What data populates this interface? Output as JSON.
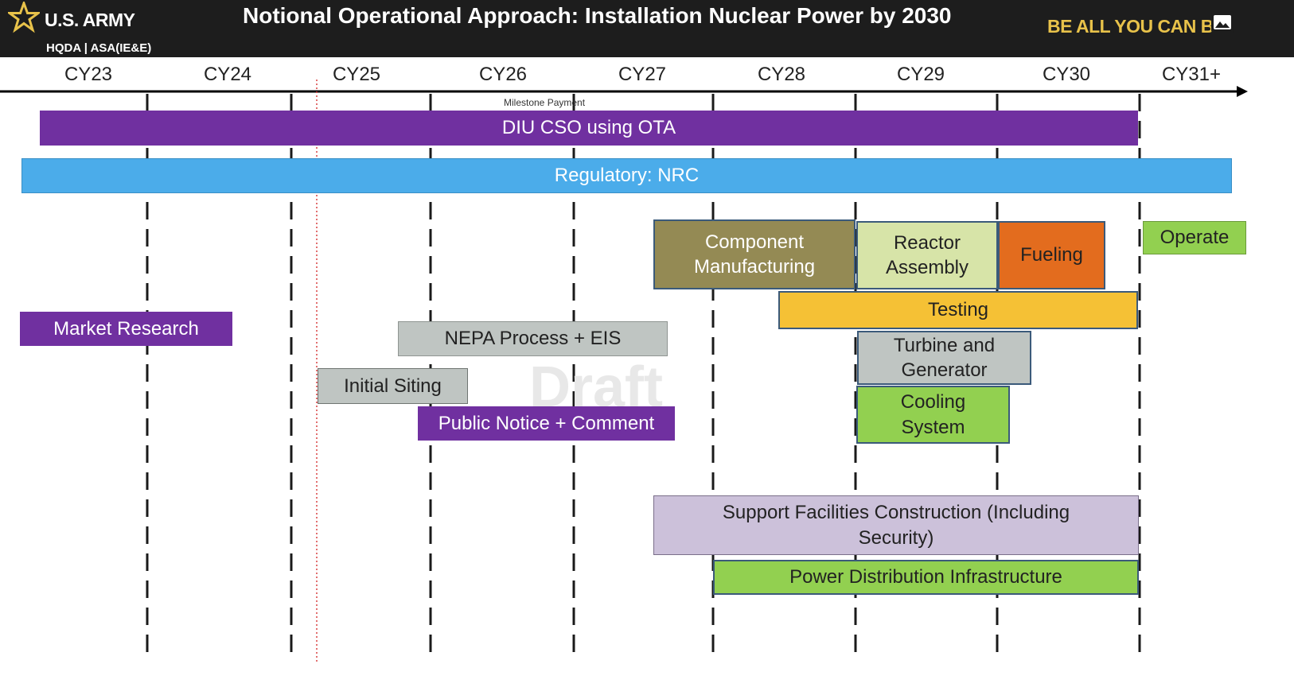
{
  "header": {
    "org_name": "U.S. ARMY",
    "org_sub": "HQDA | ASA(IE&E)",
    "title": "Notional Operational Approach: Installation Nuclear Power by 2030",
    "slogan": "BE ALL YOU CAN BE",
    "logo_icon": "star-icon",
    "corner_icon": "image-icon"
  },
  "colors": {
    "header_bg": "#1d1d1d",
    "slogan": "#e8c24a",
    "purple": "#7030a0",
    "blue": "#4bacea",
    "olive": "#948a54",
    "pale_green": "#d7e4a8",
    "orange": "#e36c1e",
    "yellow": "#f5c135",
    "gray": "#bfc5c2",
    "green": "#92d050",
    "lavender": "#ccc1da",
    "milestone_line": "#d94040"
  },
  "years": [
    "CY23",
    "CY24",
    "CY25",
    "CY26",
    "CY27",
    "CY28",
    "CY29",
    "CY30",
    "CY31+"
  ],
  "milestone_note": "Milestone Payment",
  "watermark": "Draft",
  "bars": {
    "diu_cso": "DIU CSO using OTA",
    "regulatory": "Regulatory: NRC",
    "market_research": "Market Research",
    "nepa": "NEPA Process + EIS",
    "initial_siting": "Initial Siting",
    "public_notice": "Public Notice + Comment",
    "component_mfg": "Component Manufacturing",
    "reactor_assembly": "Reactor Assembly",
    "fueling": "Fueling",
    "operate": "Operate",
    "testing": "Testing",
    "turbine": "Turbine and Generator",
    "cooling": "Cooling System",
    "support_facilities": "Support Facilities Construction (Including Security)",
    "power_distribution": "Power Distribution Infrastructure"
  }
}
